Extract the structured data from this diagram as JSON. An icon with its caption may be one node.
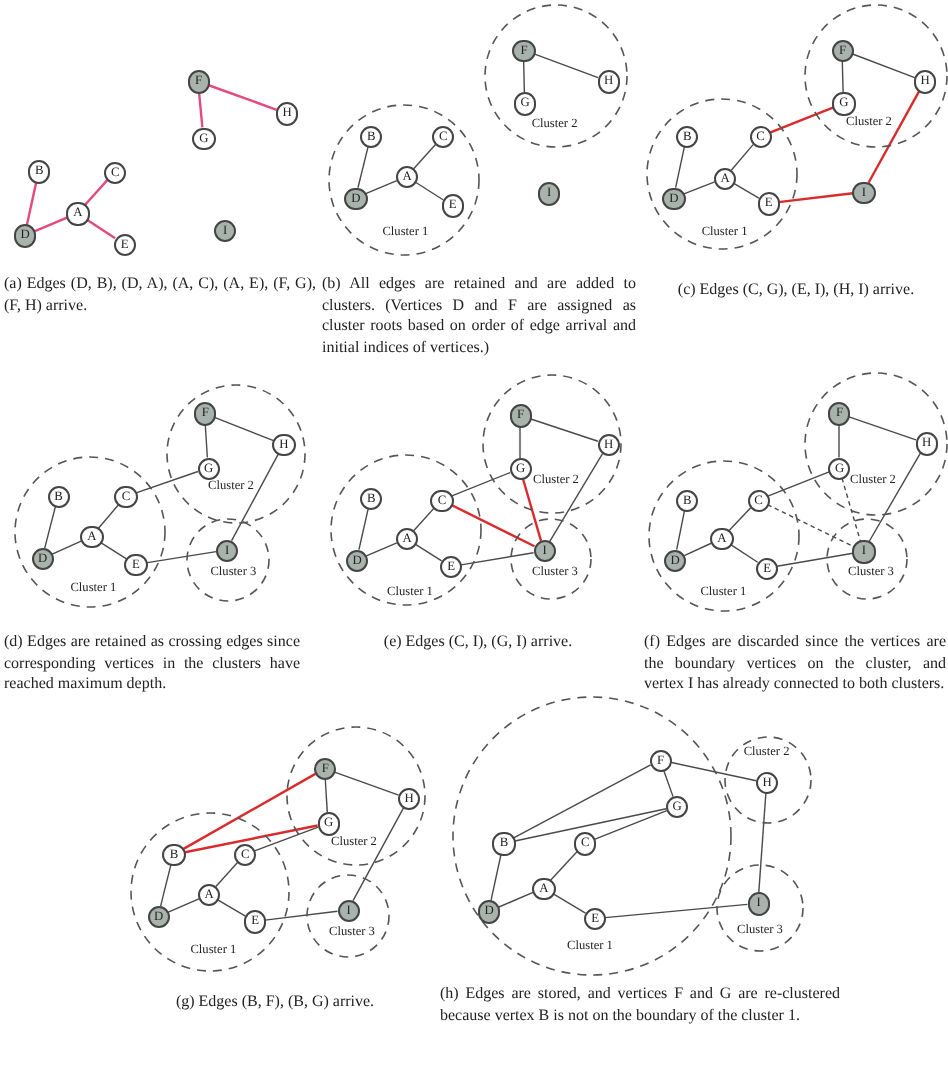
{
  "diagram": {
    "nodes": [
      {
        "text": [
          "B"
        ]
      },
      {
        "text": [
          "C"
        ]
      },
      {
        "text": [
          "A"
        ]
      },
      {
        "text": [
          "D"
        ]
      },
      {
        "text": [
          "E"
        ]
      },
      {
        "text": [
          "F"
        ]
      },
      {
        "text": [
          "H"
        ]
      },
      {
        "text": [
          "G"
        ]
      },
      {
        "text": [
          "I"
        ]
      },
      {
        "text": [
          "Cluster 1"
        ]
      },
      {
        "text": [
          "B"
        ],
        "in": 9
      },
      {
        "text": [
          "C"
        ],
        "in": 9
      },
      {
        "text": [
          "A"
        ],
        "in": 9
      },
      {
        "text": [
          "D"
        ],
        "in": 9
      },
      {
        "text": [
          "E"
        ],
        "in": 9
      },
      {
        "text": [
          "Cluster 2"
        ]
      },
      {
        "text": [
          "F"
        ],
        "in": 15
      },
      {
        "text": [
          "H"
        ],
        "in": 15
      },
      {
        "text": [
          "G"
        ],
        "in": 15
      },
      {
        "text": [
          "I"
        ]
      },
      {
        "text": [
          "Cluster 1"
        ]
      },
      {
        "text": [
          "B"
        ],
        "in": 20
      },
      {
        "text": [
          "C"
        ],
        "in": 20
      },
      {
        "text": [
          "A"
        ],
        "in": 20
      },
      {
        "text": [
          "D"
        ],
        "in": 20
      },
      {
        "text": [
          "E"
        ],
        "in": 20
      },
      {
        "text": [
          "Cluster 2"
        ]
      },
      {
        "text": [
          "F"
        ],
        "in": 26
      },
      {
        "text": [
          "H"
        ],
        "in": 26
      },
      {
        "text": [
          "G"
        ],
        "in": 26
      },
      {
        "text": [
          "I"
        ]
      },
      {
        "text": [
          "Cluster 1"
        ]
      },
      {
        "text": [
          "B"
        ],
        "in": 31
      },
      {
        "text": [
          "C"
        ],
        "in": 31
      },
      {
        "text": [
          "A"
        ],
        "in": 31
      },
      {
        "text": [
          "D"
        ],
        "in": 31
      },
      {
        "text": [
          "E"
        ],
        "in": 31
      },
      {
        "text": [
          "Cluster 2"
        ]
      },
      {
        "text": [
          "F"
        ],
        "in": 37
      },
      {
        "text": [
          "H"
        ],
        "in": 37
      },
      {
        "text": [
          "G"
        ],
        "in": 37
      },
      {
        "text": [
          "Cluster 3"
        ]
      },
      {
        "text": [
          "I"
        ],
        "in": 41
      },
      {
        "text": [
          "Cluster 1"
        ]
      },
      {
        "text": [
          "B"
        ],
        "in": 43
      },
      {
        "text": [
          "C"
        ],
        "in": 43
      },
      {
        "text": [
          "A"
        ],
        "in": 43
      },
      {
        "text": [
          "D"
        ],
        "in": 43
      },
      {
        "text": [
          "E"
        ],
        "in": 43
      },
      {
        "text": [
          "Cluster 2"
        ]
      },
      {
        "text": [
          "F"
        ],
        "in": 49
      },
      {
        "text": [
          "H"
        ],
        "in": 49
      },
      {
        "text": [
          "G"
        ],
        "in": 49
      },
      {
        "text": [
          "Cluster 3"
        ]
      },
      {
        "text": [
          "I"
        ],
        "in": 53
      },
      {
        "text": [
          "Cluster 1"
        ]
      },
      {
        "text": [
          "B"
        ],
        "in": 55
      },
      {
        "text": [
          "C"
        ],
        "in": 55
      },
      {
        "text": [
          "A"
        ],
        "in": 55
      },
      {
        "text": [
          "D"
        ],
        "in": 55
      },
      {
        "text": [
          "E"
        ],
        "in": 55
      },
      {
        "text": [
          "Cluster 2"
        ]
      },
      {
        "text": [
          "F"
        ],
        "in": 61
      },
      {
        "text": [
          "H"
        ],
        "in": 61
      },
      {
        "text": [
          "G"
        ],
        "in": 61
      },
      {
        "text": [
          "Cluster 3"
        ]
      },
      {
        "text": [
          "I"
        ],
        "in": 65
      },
      {
        "text": [
          "Cluster 1"
        ]
      },
      {
        "text": [
          "B"
        ],
        "in": 67
      },
      {
        "text": [
          "C"
        ],
        "in": 67
      },
      {
        "text": [
          "A"
        ],
        "in": 67
      },
      {
        "text": [
          "D"
        ],
        "in": 67
      },
      {
        "text": [
          "E"
        ],
        "in": 67
      },
      {
        "text": [
          "Cluster 2"
        ]
      },
      {
        "text": [
          "F"
        ],
        "in": 73
      },
      {
        "text": [
          "H"
        ],
        "in": 73
      },
      {
        "text": [
          "G"
        ],
        "in": 73
      },
      {
        "text": [
          "Cluster 3"
        ]
      },
      {
        "text": [
          "I"
        ],
        "in": 77
      },
      {
        "text": [
          "Cluster 1"
        ]
      },
      {
        "text": [
          "F"
        ],
        "in": 79
      },
      {
        "text": [
          "G"
        ],
        "in": 79
      },
      {
        "text": [
          "B"
        ],
        "in": 79
      },
      {
        "text": [
          "C"
        ],
        "in": 79
      },
      {
        "text": [
          "A"
        ],
        "in": 79
      },
      {
        "text": [
          "D"
        ],
        "in": 79
      },
      {
        "text": [
          "E"
        ],
        "in": 79
      },
      {
        "text": [
          "Cluster 2"
        ]
      },
      {
        "text": [
          "H"
        ],
        "in": 87
      },
      {
        "text": [
          "Cluster 3"
        ]
      },
      {
        "text": [
          "I"
        ],
        "in": 89
      }
    ],
    "edges": [
      {
        "from": 3,
        "to": 0,
        "arrow": "none",
        "color": "#e34a7d"
      },
      {
        "from": 3,
        "to": 2,
        "arrow": "none",
        "color": "#e34a7d"
      },
      {
        "from": 2,
        "to": 1,
        "arrow": "none",
        "color": "#e34a7d"
      },
      {
        "from": 2,
        "to": 4,
        "arrow": "none",
        "color": "#e34a7d"
      },
      {
        "from": 5,
        "to": 7,
        "arrow": "none",
        "color": "#e34a7d"
      },
      {
        "from": 5,
        "to": 6,
        "arrow": "none",
        "color": "#e34a7d"
      },
      {
        "from": 13,
        "to": 10,
        "arrow": "none"
      },
      {
        "from": 13,
        "to": 12,
        "arrow": "none"
      },
      {
        "from": 12,
        "to": 11,
        "arrow": "none"
      },
      {
        "from": 12,
        "to": 14,
        "arrow": "none"
      },
      {
        "from": 16,
        "to": 18,
        "arrow": "none"
      },
      {
        "from": 16,
        "to": 17,
        "arrow": "none"
      },
      {
        "from": 24,
        "to": 21,
        "arrow": "none"
      },
      {
        "from": 24,
        "to": 23,
        "arrow": "none"
      },
      {
        "from": 23,
        "to": 22,
        "arrow": "none"
      },
      {
        "from": 23,
        "to": 25,
        "arrow": "none"
      },
      {
        "from": 27,
        "to": 29,
        "arrow": "none"
      },
      {
        "from": 27,
        "to": 28,
        "arrow": "none"
      },
      {
        "from": 22,
        "to": 29,
        "arrow": "none",
        "color": "#d92b2b"
      },
      {
        "from": 25,
        "to": 30,
        "arrow": "none",
        "color": "#d92b2b"
      },
      {
        "from": 28,
        "to": 30,
        "arrow": "none",
        "color": "#d92b2b"
      },
      {
        "from": 35,
        "to": 32,
        "arrow": "none"
      },
      {
        "from": 35,
        "to": 34,
        "arrow": "none"
      },
      {
        "from": 34,
        "to": 33,
        "arrow": "none"
      },
      {
        "from": 34,
        "to": 36,
        "arrow": "none"
      },
      {
        "from": 38,
        "to": 40,
        "arrow": "none"
      },
      {
        "from": 38,
        "to": 39,
        "arrow": "none"
      },
      {
        "from": 33,
        "to": 40,
        "arrow": "none"
      },
      {
        "from": 36,
        "to": 42,
        "arrow": "none"
      },
      {
        "from": 39,
        "to": 42,
        "arrow": "none"
      },
      {
        "from": 47,
        "to": 44,
        "arrow": "none"
      },
      {
        "from": 47,
        "to": 46,
        "arrow": "none"
      },
      {
        "from": 46,
        "to": 45,
        "arrow": "none"
      },
      {
        "from": 46,
        "to": 48,
        "arrow": "none"
      },
      {
        "from": 50,
        "to": 52,
        "arrow": "none"
      },
      {
        "from": 50,
        "to": 51,
        "arrow": "none"
      },
      {
        "from": 45,
        "to": 52,
        "arrow": "none"
      },
      {
        "from": 48,
        "to": 54,
        "arrow": "none"
      },
      {
        "from": 51,
        "to": 54,
        "arrow": "none"
      },
      {
        "from": 45,
        "to": 54,
        "arrow": "none",
        "color": "#d92b2b"
      },
      {
        "from": 52,
        "to": 54,
        "arrow": "none",
        "color": "#d92b2b"
      },
      {
        "from": 59,
        "to": 56,
        "arrow": "none"
      },
      {
        "from": 59,
        "to": 58,
        "arrow": "none"
      },
      {
        "from": 58,
        "to": 57,
        "arrow": "none"
      },
      {
        "from": 58,
        "to": 60,
        "arrow": "none"
      },
      {
        "from": 62,
        "to": 64,
        "arrow": "none"
      },
      {
        "from": 62,
        "to": 63,
        "arrow": "none"
      },
      {
        "from": 57,
        "to": 64,
        "arrow": "none"
      },
      {
        "from": 60,
        "to": 66,
        "arrow": "none"
      },
      {
        "from": 63,
        "to": 66,
        "arrow": "none"
      },
      {
        "from": 57,
        "to": 66,
        "arrow": "none",
        "style": "dashed"
      },
      {
        "from": 64,
        "to": 66,
        "arrow": "none",
        "style": "dashed"
      },
      {
        "from": 71,
        "to": 68,
        "arrow": "none"
      },
      {
        "from": 71,
        "to": 70,
        "arrow": "none"
      },
      {
        "from": 70,
        "to": 69,
        "arrow": "none"
      },
      {
        "from": 70,
        "to": 72,
        "arrow": "none"
      },
      {
        "from": 74,
        "to": 76,
        "arrow": "none"
      },
      {
        "from": 74,
        "to": 75,
        "arrow": "none"
      },
      {
        "from": 69,
        "to": 76,
        "arrow": "none"
      },
      {
        "from": 72,
        "to": 78,
        "arrow": "none"
      },
      {
        "from": 75,
        "to": 78,
        "arrow": "none"
      },
      {
        "from": 68,
        "to": 74,
        "arrow": "none",
        "color": "#d92b2b"
      },
      {
        "from": 68,
        "to": 76,
        "arrow": "none",
        "color": "#d92b2b"
      },
      {
        "from": 85,
        "to": 82,
        "arrow": "none"
      },
      {
        "from": 85,
        "to": 84,
        "arrow": "none"
      },
      {
        "from": 84,
        "to": 83,
        "arrow": "none"
      },
      {
        "from": 84,
        "to": 86,
        "arrow": "none"
      },
      {
        "from": 80,
        "to": 81,
        "arrow": "none"
      },
      {
        "from": 80,
        "to": 88,
        "arrow": "none"
      },
      {
        "from": 83,
        "to": 81,
        "arrow": "none"
      },
      {
        "from": 86,
        "to": 90,
        "arrow": "none"
      },
      {
        "from": 88,
        "to": 90,
        "arrow": "none"
      },
      {
        "from": 82,
        "to": 80,
        "arrow": "none"
      },
      {
        "from": 82,
        "to": 81,
        "arrow": "none"
      }
    ],
    "labels": [
      "(a) Edges (D, B), (D, A), (A, C), (A, E), (F, G), (F, H) arrive.",
      "(b) All edges are retained and are added to clusters. (Vertices D and F are assigned as cluster roots based on order of edge arrival and initial indices of vertices.)",
      "(c) Edges (C, G), (E, I), (H, I) arrive.",
      "(d) Edges are retained as crossing edges since corresponding vertices in the clusters have reached maximum depth.",
      "(e) Edges (C, I), (G, I) arrive.",
      "(f) Edges are discarded since the vertices are the boundary vertices on the cluster, and vertex I has already connected to both clusters.",
      "(g) Edges (B, F), (B, G) arrive.",
      "(h) Edges are stored, and vertices F and G are re-clustered because vertex B is not on the boundary of the cluster 1."
    ]
  }
}
